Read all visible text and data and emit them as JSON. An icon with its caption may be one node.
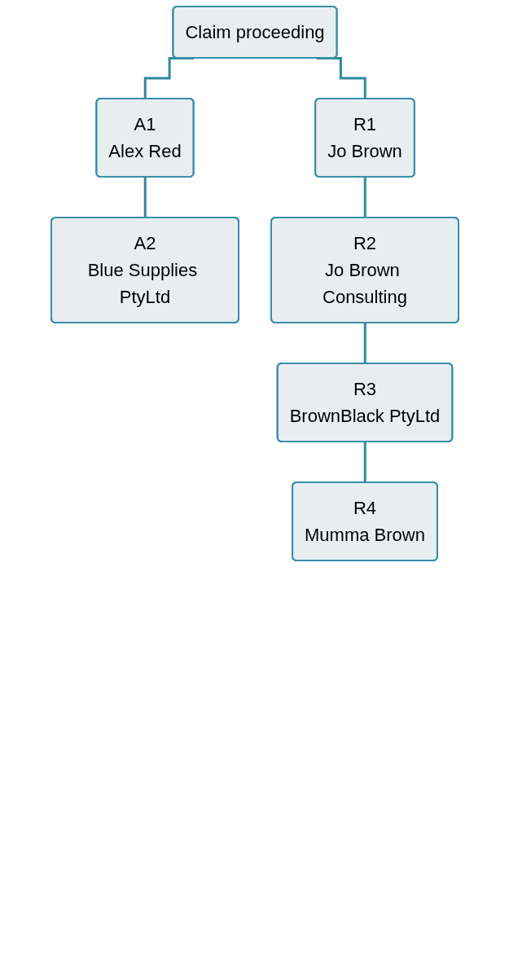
{
  "diagram": {
    "nodes": [
      {
        "text": [
          "Claim proceeding"
        ]
      },
      {
        "text": [
          "A1",
          "Alex Red"
        ]
      },
      {
        "text": [
          "R1",
          "Jo Brown"
        ]
      },
      {
        "text": [
          "A2",
          "Blue Supplies PtyLtd"
        ]
      },
      {
        "text": [
          "R2",
          "Jo Brown Consulting"
        ]
      },
      {
        "text": [
          "R3",
          "BrownBlack PtyLtd"
        ]
      },
      {
        "text": [
          "R4",
          "Mumma Brown"
        ]
      }
    ],
    "edges": [
      {
        "from": 0,
        "to": 1,
        "arrow": "none"
      },
      {
        "from": 0,
        "to": 2,
        "arrow": "none"
      },
      {
        "from": 1,
        "to": 3,
        "arrow": "none"
      },
      {
        "from": 2,
        "to": 4,
        "arrow": "none"
      },
      {
        "from": 4,
        "to": 5,
        "arrow": "none"
      },
      {
        "from": 5,
        "to": 6,
        "arrow": "none"
      }
    ]
  }
}
